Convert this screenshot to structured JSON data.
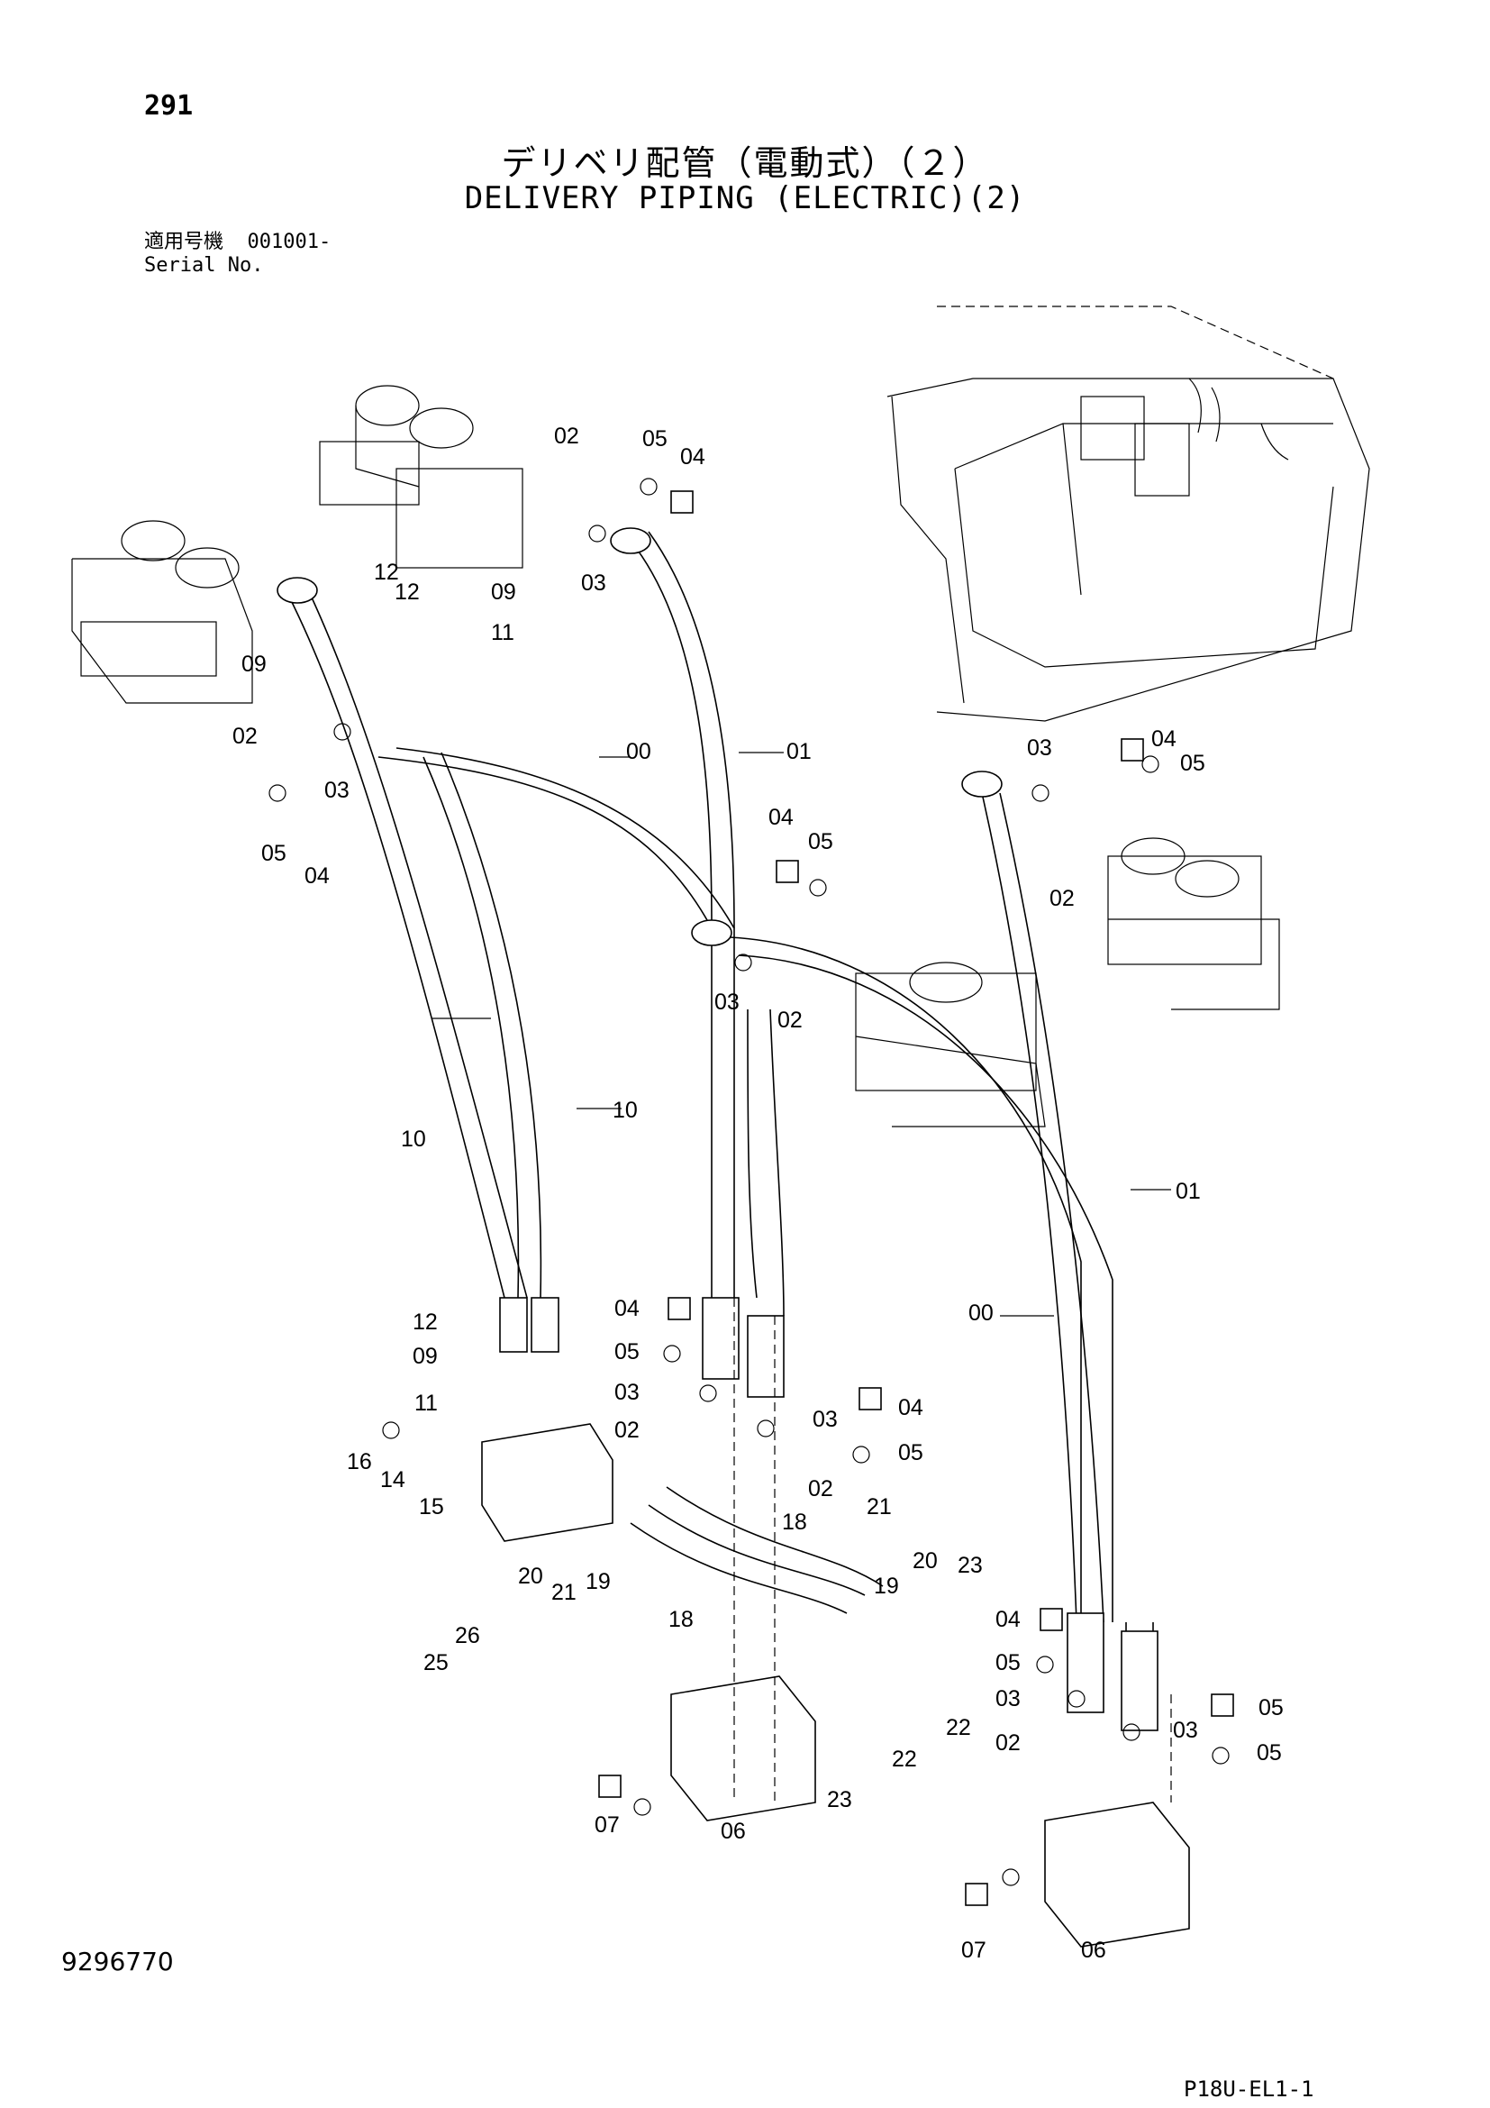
{
  "header": {
    "page_number": "291",
    "title_jp": "デリベリ配管（電動式）（２）",
    "title_en": "DELIVERY PIPING (ELECTRIC)(2)",
    "serial_label_jp": "適用号機",
    "serial_value": "001001-",
    "serial_label_en": "Serial No."
  },
  "footer": {
    "document_number": "9296770",
    "drawing_code": "P18U-EL1-1"
  },
  "callouts": [
    "00",
    "00",
    "01",
    "01",
    "02",
    "02",
    "02",
    "02",
    "02",
    "02",
    "02",
    "03",
    "03",
    "03",
    "03",
    "03",
    "03",
    "03",
    "03",
    "04",
    "04",
    "04",
    "04",
    "04",
    "04",
    "04",
    "05",
    "05",
    "05",
    "05",
    "05",
    "05",
    "05",
    "05",
    "05",
    "06",
    "06",
    "07",
    "07",
    "09",
    "09",
    "09",
    "10",
    "10",
    "11",
    "11",
    "12",
    "12",
    "12",
    "14",
    "15",
    "16",
    "18",
    "18",
    "19",
    "19",
    "20",
    "20",
    "21",
    "21",
    "22",
    "22",
    "23",
    "23",
    "25",
    "26"
  ]
}
